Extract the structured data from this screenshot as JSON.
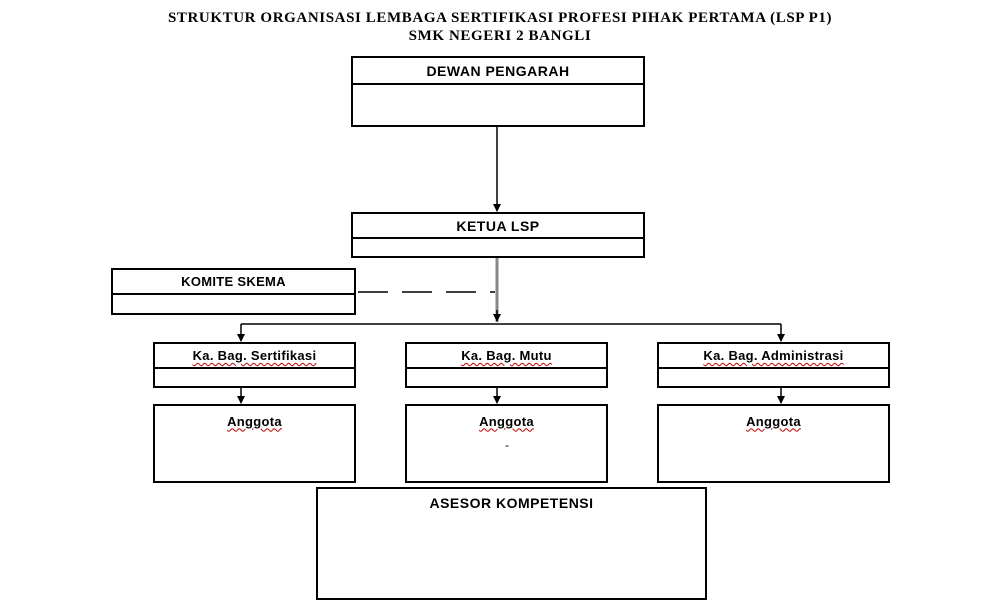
{
  "title": {
    "line1": "STRUKTUR ORGANISASI LEMBAGA  SERTIFIKASI  PROFESI PIHAK PERTAMA (LSP P1)",
    "line2": "SMK NEGERI 2 BANGLI"
  },
  "boxes": {
    "dewan_pengarah": "DEWAN PENGARAH",
    "ketua_lsp": "KETUA LSP",
    "komite_skema": "KOMITE SKEMA",
    "kabag_sertifikasi": "Ka. Bag. Sertifikasi",
    "kabag_mutu": "Ka. Bag. Mutu",
    "kabag_administrasi": "Ka. Bag. Administrasi",
    "anggota_sertifikasi": "Anggota",
    "anggota_mutu": "Anggota",
    "anggota_administrasi": "Anggota",
    "asesor_kompetensi": "ASESOR KOMPETENSI"
  },
  "mutu_note": "-"
}
